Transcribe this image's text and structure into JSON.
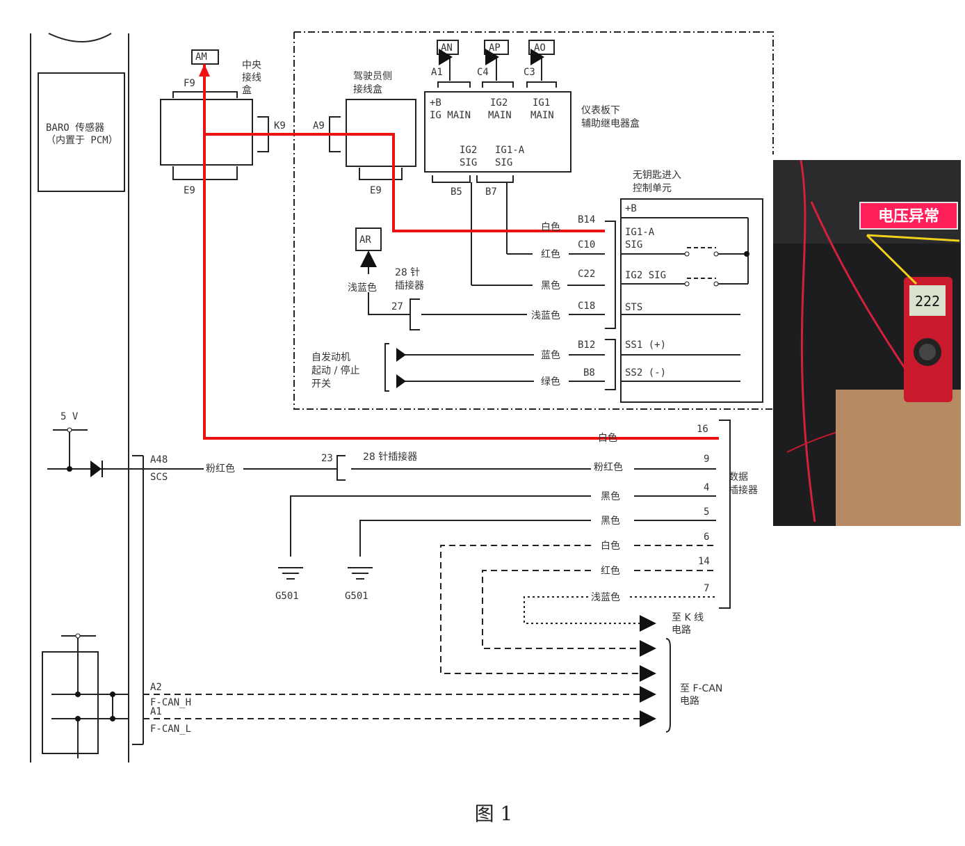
{
  "figure_caption": "图 1",
  "photo": {
    "badge": "电压异常",
    "meter_reading": "222"
  },
  "labels": {
    "baro": "BARO 传感器",
    "baro2": "（内置于 PCM）",
    "am": "AM",
    "f9": "F9",
    "e9a": "E9",
    "zy1": "中央",
    "zy2": "接线",
    "zy3": "盒",
    "k9": "K9",
    "a9": "A9",
    "pass1": "驾驶员侧",
    "pass2": "接线盒",
    "e9b": "E9",
    "an": "AN",
    "ap": "AP",
    "ao": "AO",
    "a1": "A1",
    "c4": "C4",
    "c3": "C3",
    "relay_b": "+B",
    "relay_igmain": "IG MAIN",
    "relay_ig2": "IG2",
    "relay_main": "MAIN",
    "relay_ig1": "IG1",
    "relay_main2": "MAIN",
    "relay_ig2sig1": "IG2",
    "relay_ig2sig2": "SIG",
    "relay_ig1a1": "IG1-A",
    "relay_ig1a2": "SIG",
    "relay_title1": "仪表板下",
    "relay_title2": "辅助继电器盒",
    "b5": "B5",
    "b7": "B7",
    "kl1": "无钥匙进入",
    "kl2": "控制单元",
    "kl_b": "+B",
    "kl_ig1a": "IG1-A",
    "kl_sig": "SIG",
    "kl_ig2": "IG2 SIG",
    "kl_sts": "STS",
    "kl_ss1": "SS1 (+)",
    "kl_ss2": "SS2 (-)",
    "b14": "B14",
    "c10": "C10",
    "c22": "C22",
    "c18": "C18",
    "b12": "B12",
    "b8": "B8",
    "w_white1": "白色",
    "w_red1": "红色",
    "w_black1": "黑色",
    "w_lblue1": "浅蓝色",
    "w_blue": "蓝色",
    "w_green": "绿色",
    "ar": "AR",
    "lblue2": "浅蓝色",
    "c28a": "28 针",
    "c28b": "插接器",
    "p27": "27",
    "ss1": "自发动机",
    "ss2": "起动 / 停止",
    "ss3": "开关",
    "v5": "5 V",
    "a48": "A48",
    "scs": "SCS",
    "pink1": "粉红色",
    "p23": "23",
    "c28c": "28 针插接器",
    "pink2": "粉红色",
    "w_white2": "白色",
    "p16": "16",
    "p9": "9",
    "p4": "4",
    "p5": "5",
    "p6": "6",
    "p14": "14",
    "p7": "7",
    "w_black2": "黑色",
    "w_black3": "黑色",
    "w_white3": "白色",
    "w_red2": "红色",
    "w_lblue3": "浅蓝色",
    "dlc1": "数据",
    "dlc2": "插接器",
    "g501a": "G501",
    "g501b": "G501",
    "kline1": "至 K 线",
    "kline2": "电路",
    "fcan1": "至 F-CAN",
    "fcan2": "电路",
    "a2": "A2",
    "fcanh": "F-CAN_H",
    "a1b": "A1",
    "fcanl": "F-CAN_L"
  }
}
